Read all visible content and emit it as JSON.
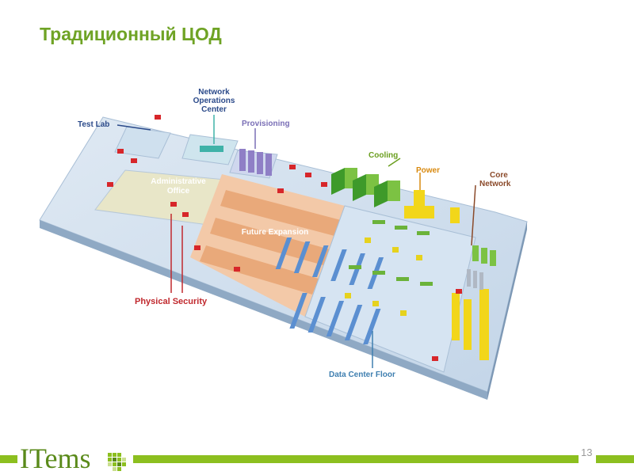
{
  "slide": {
    "title": "Традиционный ЦОД",
    "page_number": "13"
  },
  "diagram": {
    "labels": {
      "test_lab": "Test Lab",
      "noc_line1": "Network",
      "noc_line2": "Operations",
      "noc_line3": "Center",
      "provisioning": "Provisioning",
      "cooling": "Cooling",
      "power": "Power",
      "core_line1": "Core",
      "core_line2": "Network",
      "admin_line1": "Administrative",
      "admin_line2": "Office",
      "future_expansion": "Future Expansion",
      "physical_security": "Physical Security",
      "data_center_floor": "Data Center Floor"
    },
    "colors": {
      "label_navy": "#2b4a8a",
      "label_red": "#c0282d",
      "label_green": "#6a9e1e",
      "label_orange": "#d98a10",
      "label_blue": "#3f7fb0"
    }
  },
  "footer": {
    "logo_text": "ITems",
    "accent": "#8cbf1f"
  }
}
